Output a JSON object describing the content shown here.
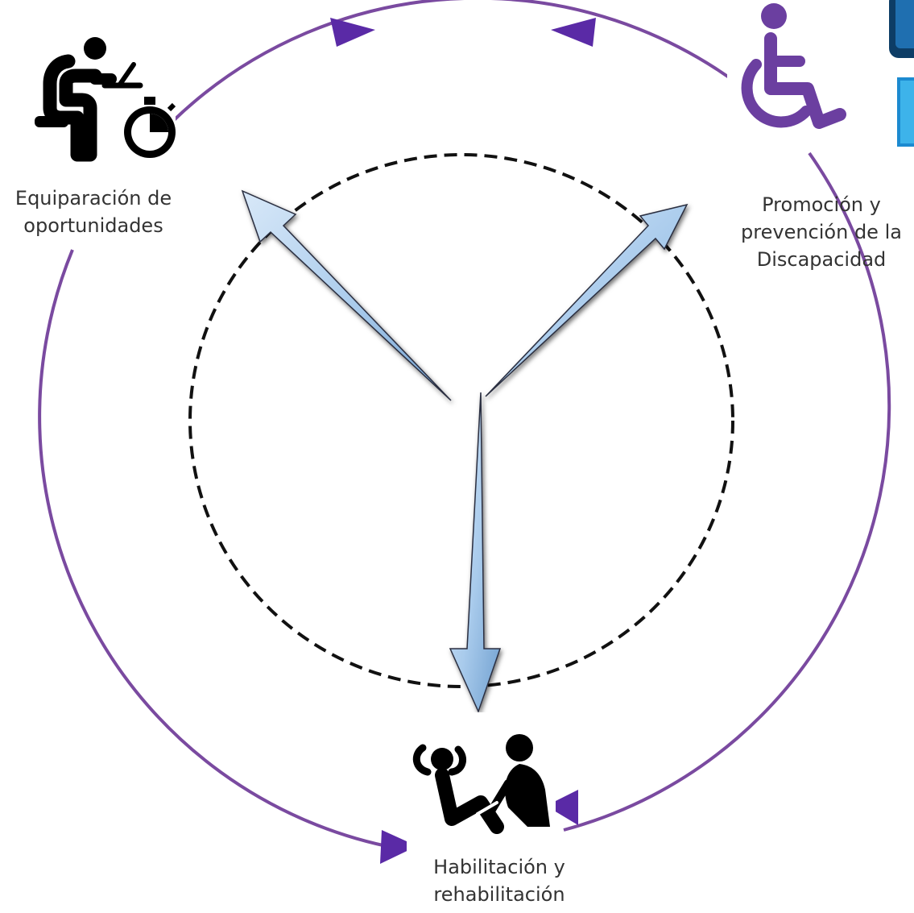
{
  "diagram": {
    "colors": {
      "outer_ring": "#7a4aa0",
      "arrowhead": "#5a2aa6",
      "dashed_ring": "#111111",
      "spoke_fill": "#a9cbec",
      "spoke_stroke": "#2a2f40",
      "icon_dark": "#000000",
      "icon_purple": "#6b3fa0",
      "label_text": "#333333"
    },
    "nodes": [
      {
        "id": "equiparacion",
        "icon": "person-at-laptop-stopwatch-icon",
        "line1": "Equiparación de",
        "line2": "oportunidades"
      },
      {
        "id": "promocion",
        "icon": "wheelchair-icon",
        "line1": "Promoción y",
        "line2": "prevención de la",
        "line3": "Discapacidad"
      },
      {
        "id": "habilitacion",
        "icon": "rehabilitation-assistance-icon",
        "line1": "Habilitación y",
        "line2": "rehabilitación"
      }
    ]
  }
}
